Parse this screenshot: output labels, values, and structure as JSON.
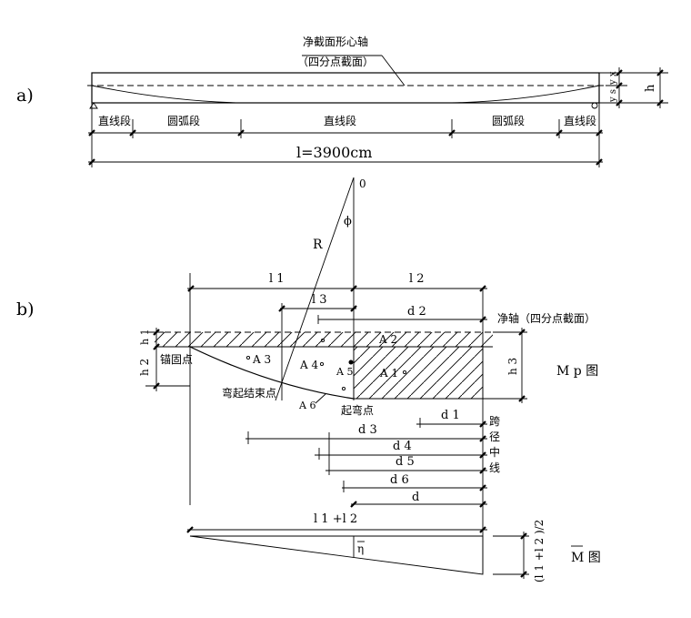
{
  "panel_a": {
    "label": "a)",
    "axis_label": "净截面形心轴",
    "axis_sub": "（四分点截面）",
    "dim_h": "h",
    "dim_yx": "y x",
    "dim_ys": "y s",
    "segments": [
      "直线段",
      "圆弧段",
      "直线段",
      "圆弧段",
      "直线段"
    ],
    "span": "l=3900cm"
  },
  "panel_b": {
    "label": "b)",
    "center": "0",
    "phi": "ϕ",
    "radius": "R",
    "l1": "l 1",
    "l2": "l 2",
    "l3": "l 3",
    "d2": "d 2",
    "axis_note": "净轴（四分点截面）",
    "h1": "h 1",
    "h2": "h 2",
    "h3": "h 3",
    "anchor_pt": "锚固点",
    "bend_end": "弯起结束点",
    "bend_start": "起弯点",
    "a1": "A 1",
    "a2": "A 2",
    "a3": "A 3",
    "a4": "A 4",
    "a5": "A 5",
    "a6": "A 6",
    "mp": "M p 图",
    "d1": "d 1",
    "d3": "d 3",
    "d4": "d 4",
    "d5": "d 5",
    "d6": "d 6",
    "d": "d",
    "midspan": [
      "跨",
      "径",
      "中",
      "线"
    ],
    "l1l2": "l 1 +l 2",
    "eta": "η",
    "half": "(l 1 +l 2 )/2",
    "mbar": "M 图"
  }
}
